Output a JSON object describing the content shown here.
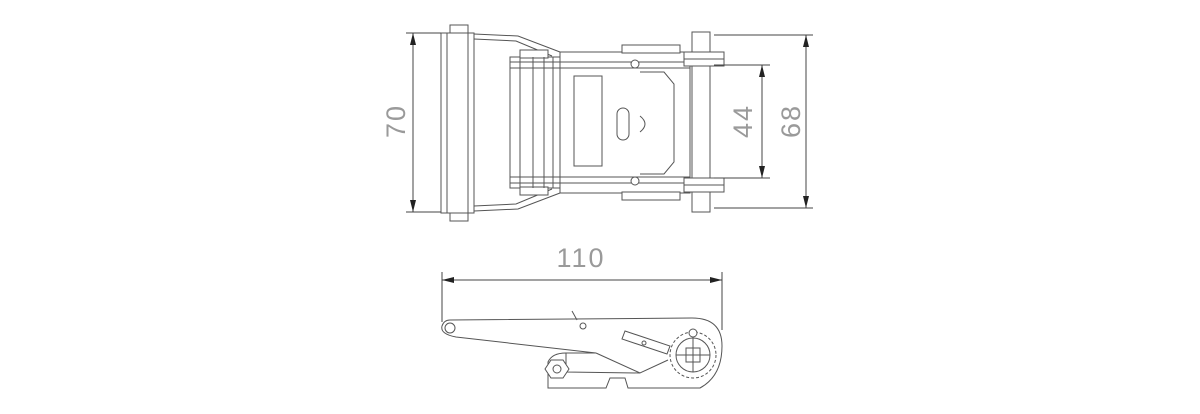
{
  "dimensions": {
    "overall_height": "70",
    "inner_width": "44",
    "outer_width": "68",
    "length": "110"
  }
}
